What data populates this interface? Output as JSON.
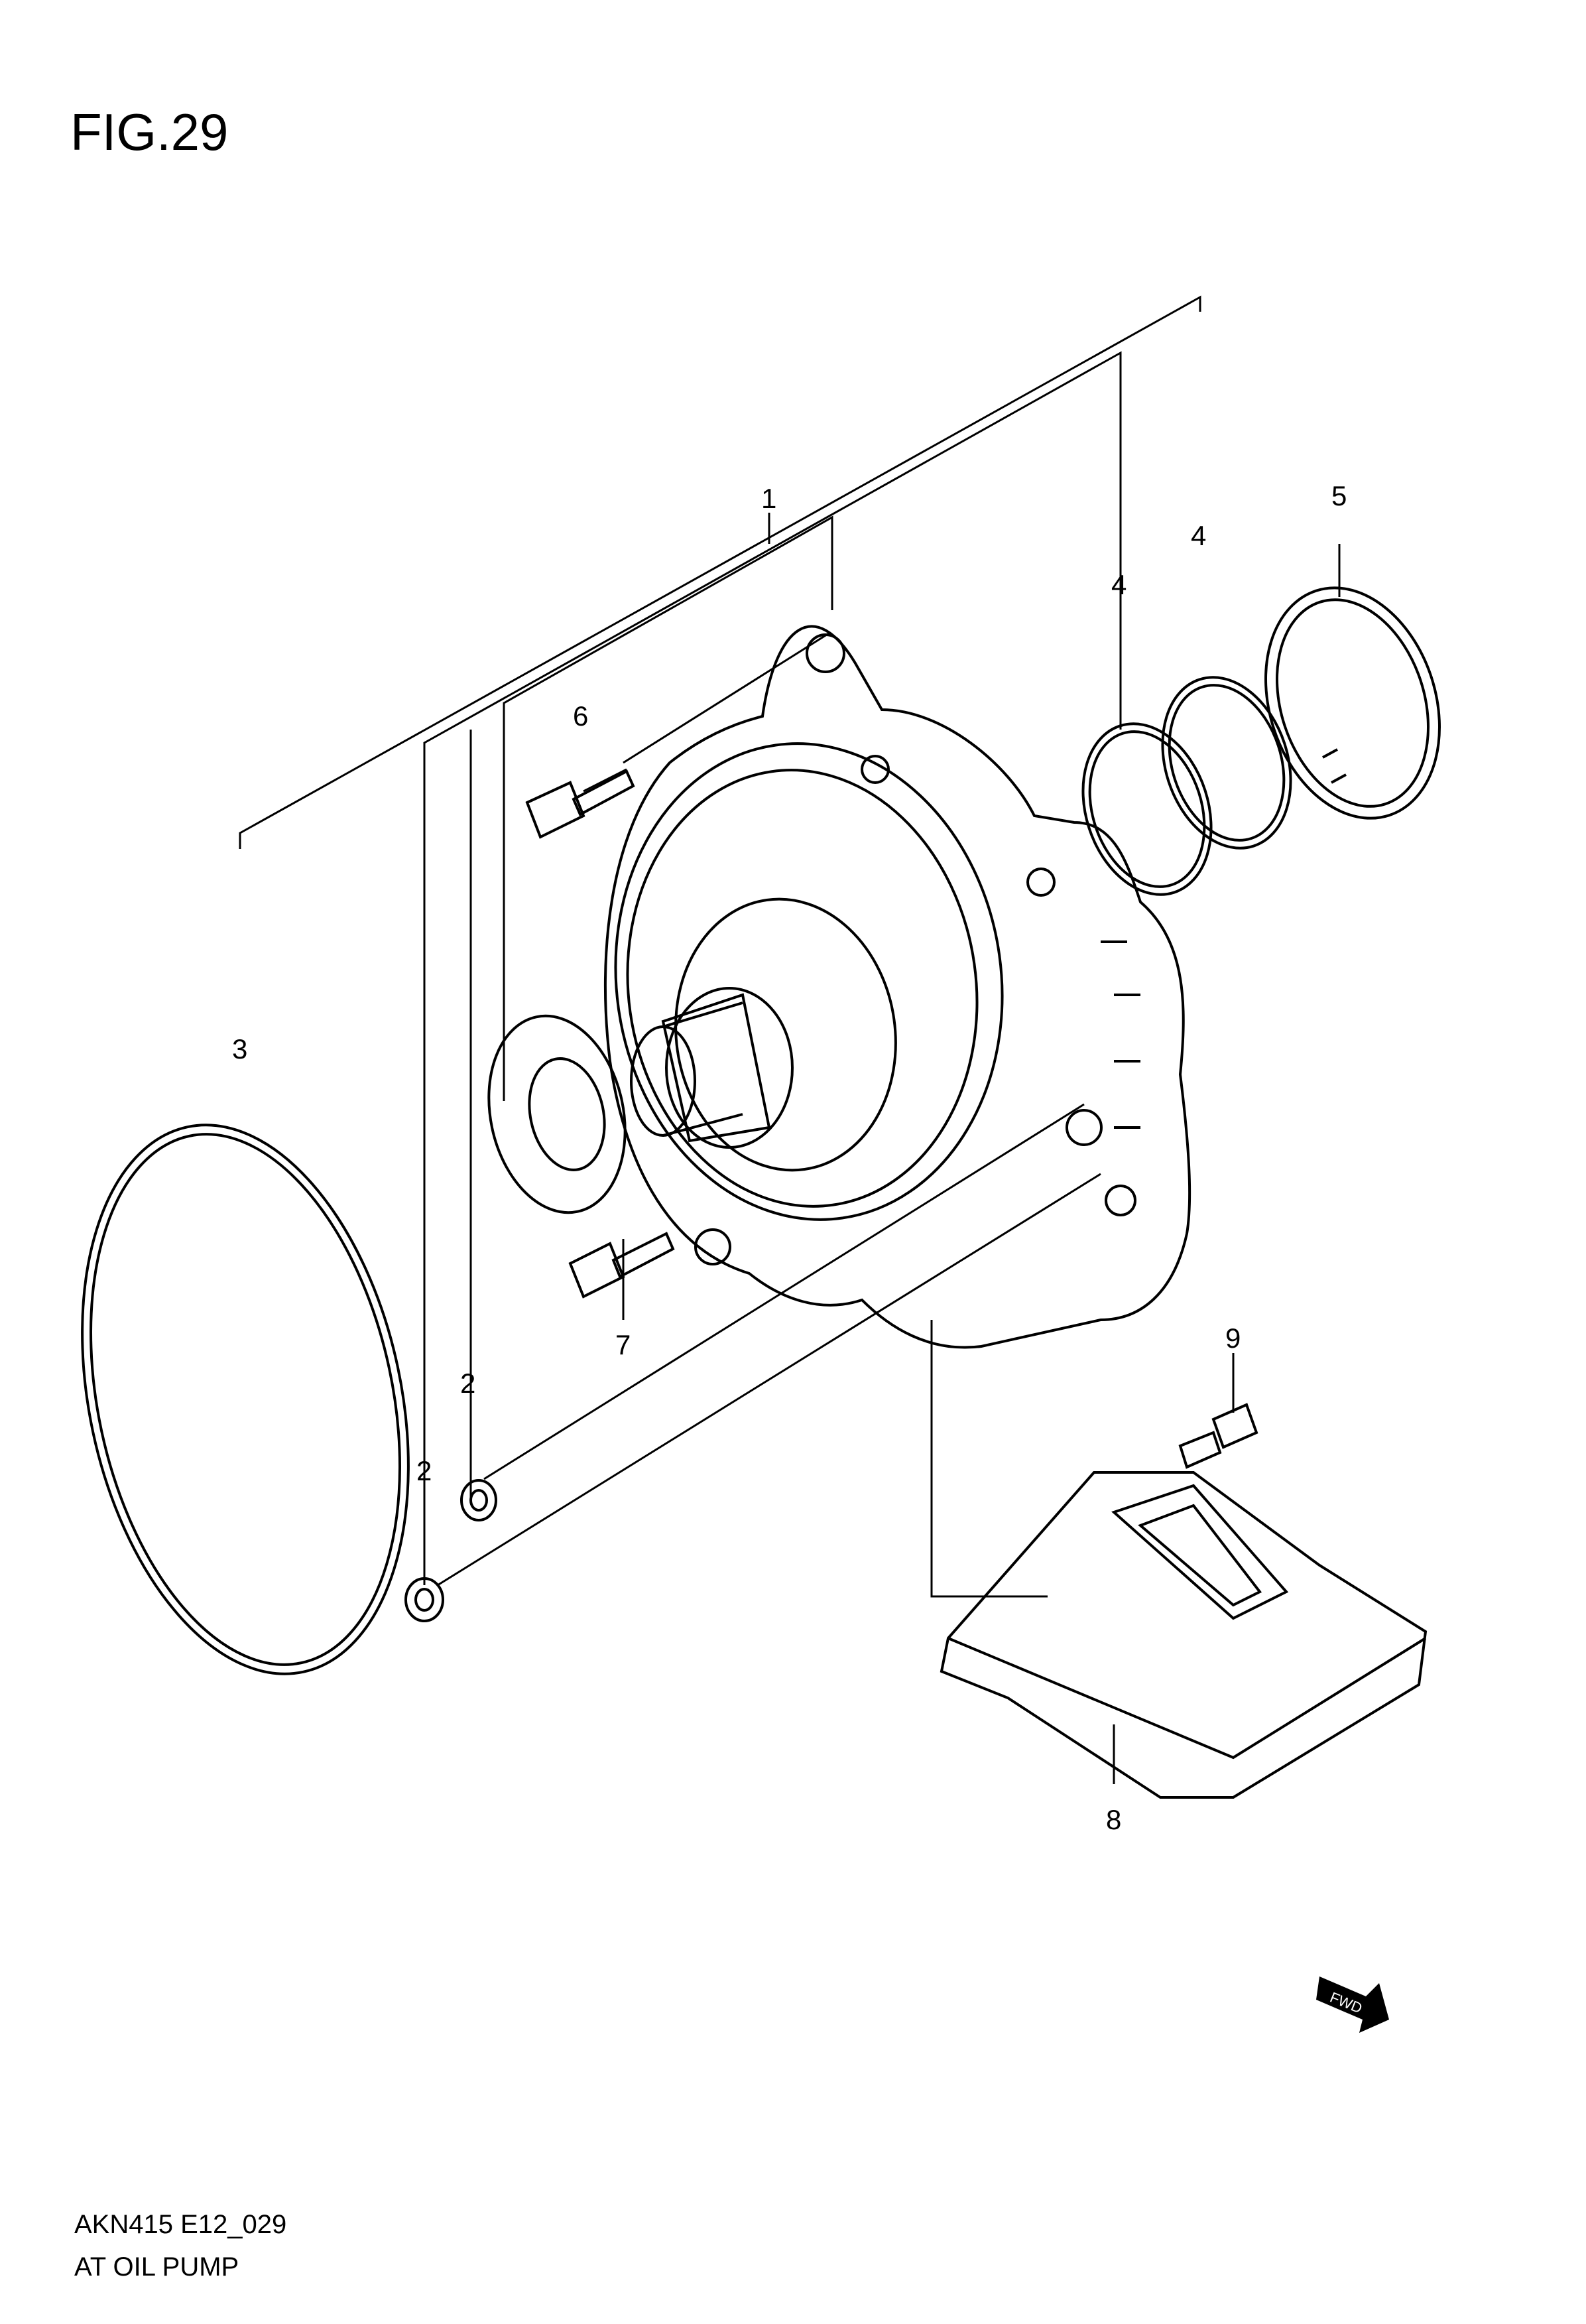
{
  "figure": {
    "title": "FIG.29",
    "code": "AKN415 E12_029",
    "caption": "AT OIL PUMP"
  },
  "callouts": [
    {
      "id": "c1",
      "text": "1"
    },
    {
      "id": "c2a",
      "text": "2"
    },
    {
      "id": "c2b",
      "text": "2"
    },
    {
      "id": "c3",
      "text": "3"
    },
    {
      "id": "c4a",
      "text": "4"
    },
    {
      "id": "c4b",
      "text": "4"
    },
    {
      "id": "c5",
      "text": "5"
    },
    {
      "id": "c6",
      "text": "6"
    },
    {
      "id": "c7",
      "text": "7"
    },
    {
      "id": "c8",
      "text": "8"
    },
    {
      "id": "c9",
      "text": "9"
    }
  ],
  "fwd_symbol": {
    "text": "FWD"
  }
}
